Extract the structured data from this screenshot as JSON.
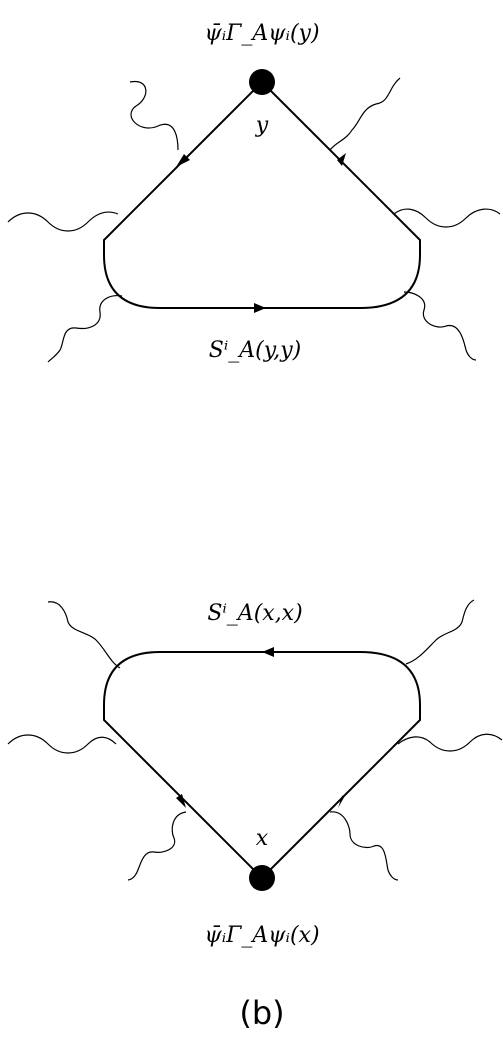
{
  "diagram_top": {
    "vertex_label": "y",
    "operator_label": "ψ̄ᵢΓ_Aψᵢ(y)",
    "propagator_label": "Sⁱ_A(y,y)"
  },
  "diagram_bottom": {
    "vertex_label": "x",
    "operator_label": "ψ̄ᵢΓ_Aψᵢ(x)",
    "propagator_label": "Sⁱ_A(x,x)"
  },
  "caption": "(b)"
}
